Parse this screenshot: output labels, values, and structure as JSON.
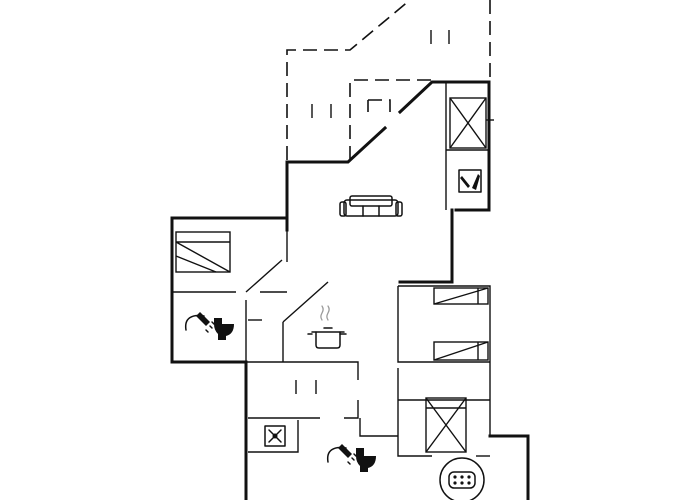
{
  "plan": {
    "rooms": [
      {
        "id": "living-room",
        "icons": [
          "sofa-icon"
        ]
      },
      {
        "id": "kitchen",
        "icons": [
          "cooking-pot-icon"
        ]
      },
      {
        "id": "bathroom-1",
        "icons": [
          "shower-icon",
          "toilet-icon"
        ]
      },
      {
        "id": "bathroom-2",
        "icons": [
          "shower-icon",
          "toilet-icon"
        ]
      },
      {
        "id": "utility-room",
        "icons": [
          "washing-machine-icon"
        ]
      },
      {
        "id": "sauna",
        "icons": [
          "sauna-icon"
        ]
      },
      {
        "id": "spa",
        "icons": [
          "whirlpool-icon"
        ]
      },
      {
        "id": "bedroom-west",
        "icons": [
          "single-bed-icon"
        ]
      },
      {
        "id": "bedroom-east",
        "icons": [
          "bunk-bed-icon"
        ]
      },
      {
        "id": "bedroom-south",
        "icons": [
          "double-bed-icon"
        ]
      },
      {
        "id": "alcove-north",
        "icons": [
          "single-bed-icon"
        ]
      }
    ],
    "outdoor": [
      "covered-terrace",
      "terrace"
    ],
    "colors": {
      "wall": "#111111",
      "background": "#ffffff",
      "steam": "#9a9a9a"
    }
  }
}
